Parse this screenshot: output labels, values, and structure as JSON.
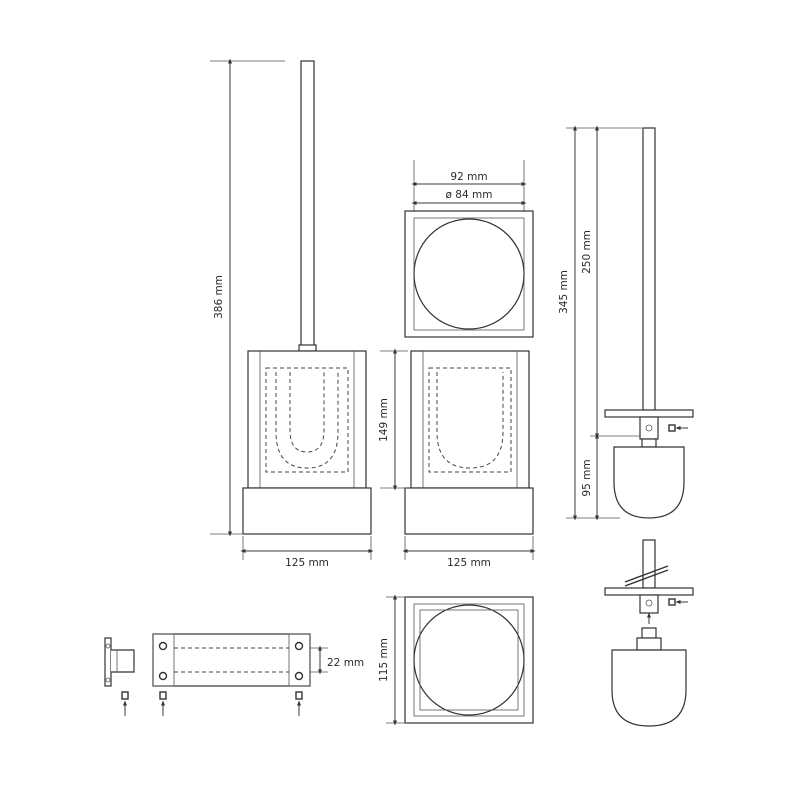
{
  "dimensions": {
    "total_height": "386 mm",
    "outer_width": "92 mm",
    "inner_diameter": "ø 84 mm",
    "body_height": "149 mm",
    "base_width_front": "125 mm",
    "base_width_side": "125 mm",
    "base_depth": "115 mm",
    "brush_total": "345 mm",
    "handle_length": "250 mm",
    "head_height": "95 mm",
    "bracket_height": "22 mm"
  }
}
